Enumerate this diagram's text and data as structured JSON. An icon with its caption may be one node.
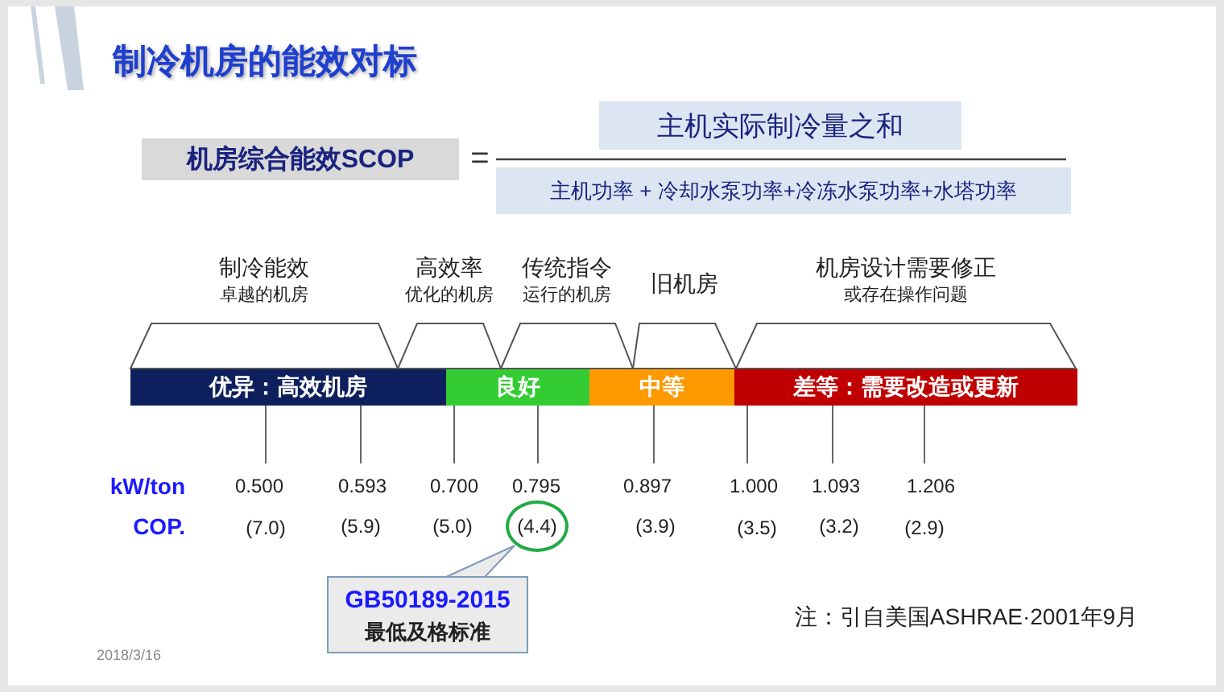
{
  "diagram": {
    "title": "制冷机房的能效对标",
    "nodes": [
      {
        "text": [
          "机房综合能效SCOP"
        ]
      },
      {
        "text": [
          "主机实际制冷量之和"
        ]
      },
      {
        "text": [
          "主机功率 + 冷却水泵功率+冷冻水泵功率+水塔功率"
        ]
      },
      {
        "text": [
          "优异：高效机房"
        ]
      },
      {
        "text": [
          "良好"
        ]
      },
      {
        "text": [
          "中等"
        ]
      },
      {
        "text": [
          "差等：需要改造或更新"
        ]
      },
      {
        "text": [
          "制冷能效",
          "卓越的机房"
        ]
      },
      {
        "text": [
          "高效率",
          "优化的机房"
        ]
      },
      {
        "text": [
          "传统指令",
          "运行的机房"
        ]
      },
      {
        "text": [
          "旧机房"
        ]
      },
      {
        "text": [
          "机房设计需要修正",
          "或存在操作问题"
        ]
      },
      {
        "text": [
          "(4.4)"
        ]
      },
      {
        "text": [
          "GB50189-2015",
          "最低及格标准"
        ]
      },
      {
        "text": [
          "0.500"
        ]
      },
      {
        "text": [
          "0.593"
        ]
      },
      {
        "text": [
          "0.700"
        ]
      },
      {
        "text": [
          "0.795"
        ]
      },
      {
        "text": [
          "0.897"
        ]
      },
      {
        "text": [
          "1.000"
        ]
      },
      {
        "text": [
          "1.093"
        ]
      },
      {
        "text": [
          "1.206"
        ]
      }
    ],
    "edges": [
      {
        "from": 13,
        "to": 12,
        "arrow": "none"
      },
      {
        "from": 3,
        "to": 14,
        "arrow": "none"
      },
      {
        "from": 3,
        "to": 15,
        "arrow": "none"
      },
      {
        "from": 4,
        "to": 16,
        "arrow": "none"
      },
      {
        "from": 4,
        "to": 17,
        "arrow": "none"
      },
      {
        "from": 5,
        "to": 18,
        "arrow": "none"
      },
      {
        "from": 6,
        "to": 19,
        "arrow": "none"
      },
      {
        "from": 6,
        "to": 20,
        "arrow": "none"
      },
      {
        "from": 6,
        "to": 21,
        "arrow": "none"
      }
    ],
    "labels": [
      "=",
      "kW/ton",
      "COP.",
      "(7.0)",
      "(5.9)",
      "(5.0)",
      "(3.9)",
      "(3.5)",
      "(3.2)",
      "(2.9)",
      "注：引自美国ASHRAE·2001年9月",
      "2018/3/16"
    ]
  }
}
